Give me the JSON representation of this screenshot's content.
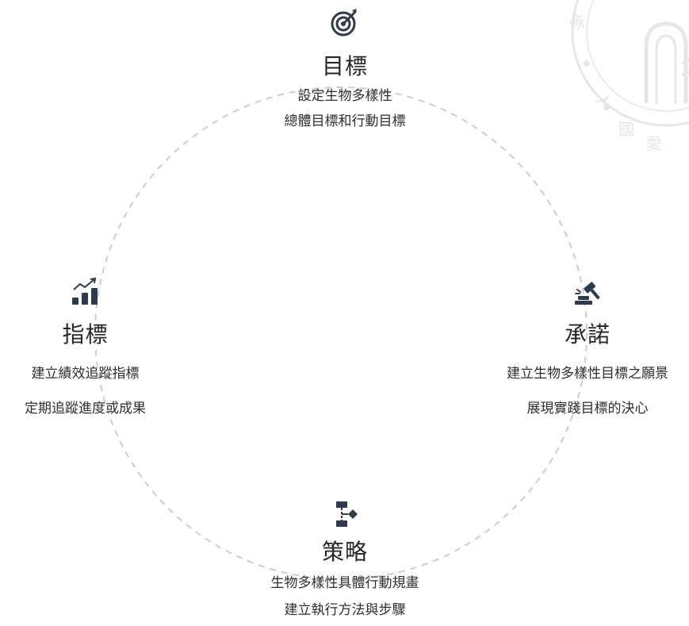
{
  "cycle": {
    "colors": {
      "ring": "#c6ced6",
      "icon": "#2f3a4a",
      "text": "#2f2f2f",
      "seal": "#9aa0a6"
    },
    "stages": {
      "top": {
        "icon": "target-icon",
        "title": "目標",
        "lines": [
          "設定生物多樣性",
          "總體目標和行動目標"
        ]
      },
      "right": {
        "icon": "gavel-icon",
        "title": "承諾",
        "lines": [
          "建立生物多樣性目標之願景",
          "展現實踐目標的決心"
        ]
      },
      "bottom": {
        "icon": "flowchart-icon",
        "title": "策略",
        "lines": [
          "生物多樣性具體行動規畫",
          "建立執行方法與步驟"
        ]
      },
      "left": {
        "icon": "growth-chart-icon",
        "title": "指標",
        "lines": [
          "建立績效追蹤指標",
          "定期追蹤進度或成果"
        ]
      }
    }
  }
}
